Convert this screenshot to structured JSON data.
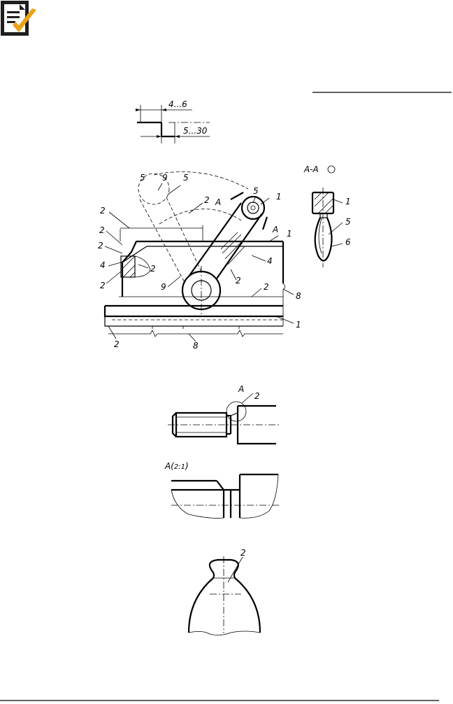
{
  "doc_icon": "document-check-icon",
  "accent": "#e8a318",
  "fig1": {
    "dim_top": "4...6",
    "dim_bottom": "5...30"
  },
  "fig2": {
    "section_label": "А-А",
    "section_mark": "А",
    "callouts": [
      "1",
      "2",
      "4",
      "5",
      "6",
      "8",
      "9"
    ]
  },
  "fig3": {
    "detail_label": "А",
    "callout": "2"
  },
  "fig4": {
    "detail_title": "А(2:1)"
  },
  "fig5": {
    "callout": "2"
  }
}
